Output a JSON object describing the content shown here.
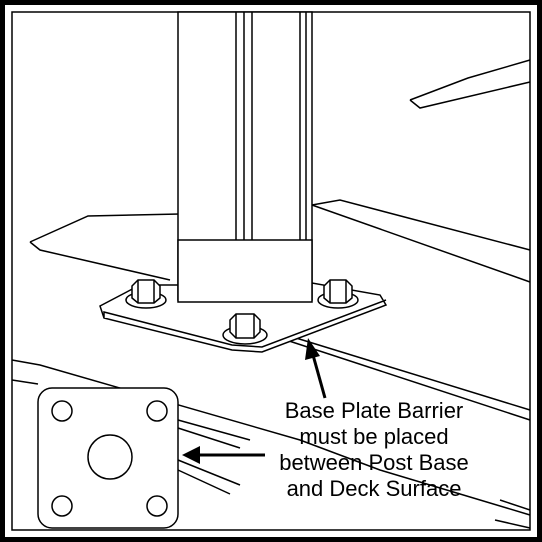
{
  "callout": {
    "lines": [
      "Base Plate Barrier",
      "must be placed",
      "between Post Base",
      "and Deck Surface"
    ]
  },
  "colors": {
    "stroke": "#000000",
    "background": "#ffffff"
  },
  "icons": {
    "bolt": "hex-bolt-icon",
    "barrier": "base-plate-barrier-icon"
  }
}
